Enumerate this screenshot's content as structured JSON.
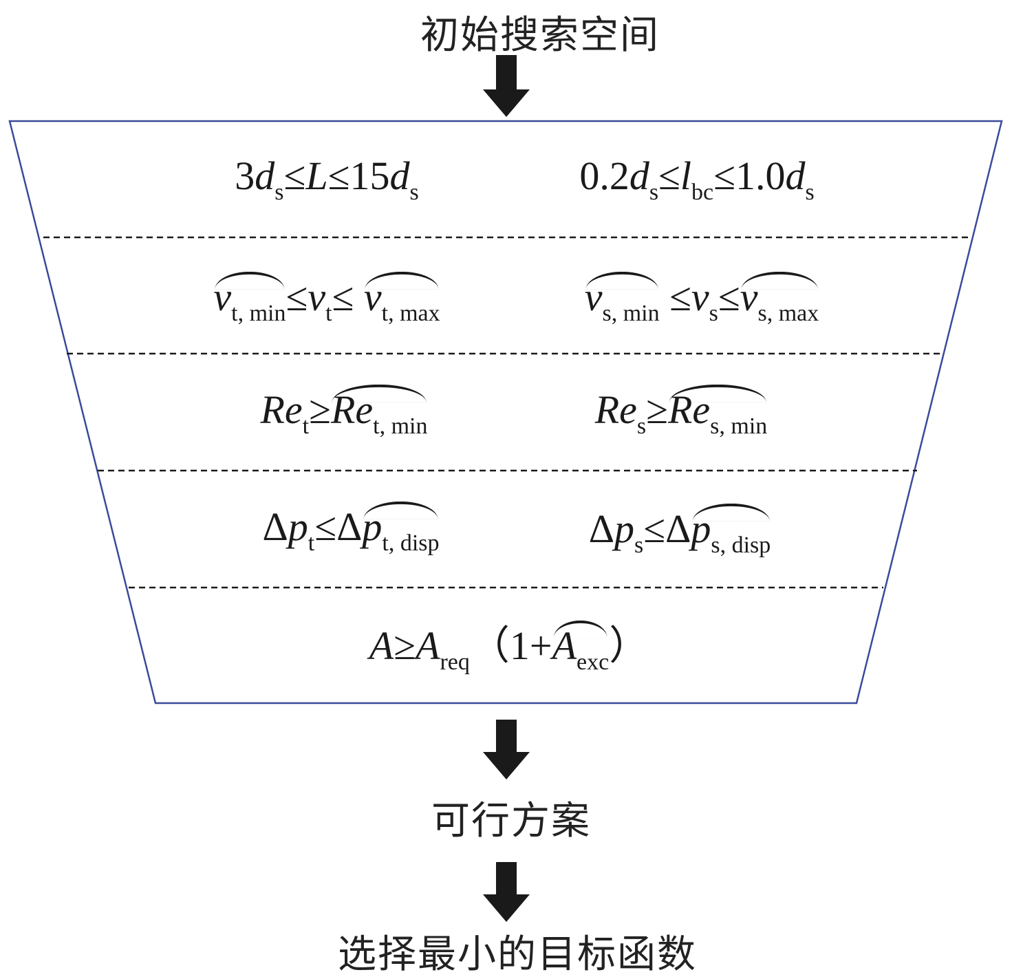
{
  "title": "初始搜索空间",
  "result_label": "可行方案",
  "final_label": "选择最小的目标函数",
  "colors": {
    "frame": "#3a4a9a",
    "arrow": "#1a1a1a",
    "dash": "#1a1a1a"
  },
  "rows": [
    {
      "left": [
        [
          "3",
          "n"
        ],
        [
          "d",
          "i"
        ],
        [
          "s",
          "s"
        ],
        [
          "≤",
          "n"
        ],
        [
          "L",
          "i"
        ],
        [
          "≤15",
          "n"
        ],
        [
          "d",
          "i"
        ],
        [
          "s",
          "s"
        ]
      ],
      "right": [
        [
          "0.2",
          "n"
        ],
        [
          "d",
          "i"
        ],
        [
          "s",
          "s"
        ],
        [
          "≤",
          "n"
        ],
        [
          "l",
          "i"
        ],
        [
          "bc",
          "s"
        ],
        [
          "≤1.0",
          "n"
        ],
        [
          "d",
          "i"
        ],
        [
          "s",
          "s"
        ]
      ]
    },
    {
      "left": [
        {
          "arc": [
            [
              "v",
              "i"
            ],
            [
              "t, min",
              "s"
            ]
          ]
        },
        [
          "≤",
          "n"
        ],
        [
          "v",
          "i"
        ],
        [
          "t",
          "s"
        ],
        [
          "≤ ",
          "n"
        ],
        {
          "arc": [
            [
              "v",
              "i"
            ],
            [
              "t, max",
              "s"
            ]
          ]
        }
      ],
      "right": [
        {
          "arc": [
            [
              "v",
              "i"
            ],
            [
              "s, min",
              "s"
            ]
          ]
        },
        [
          " ≤",
          "n"
        ],
        [
          "v",
          "i"
        ],
        [
          "s",
          "s"
        ],
        [
          "≤",
          "n"
        ],
        {
          "arc": [
            [
              "v",
              "i"
            ],
            [
              "s, max",
              "s"
            ]
          ]
        }
      ]
    },
    {
      "left": [
        [
          "Re",
          "i"
        ],
        [
          "t",
          "s"
        ],
        [
          "≥",
          "n"
        ],
        {
          "arc": [
            [
              "Re",
              "i"
            ],
            [
              "t, min",
              "s"
            ]
          ]
        }
      ],
      "right": [
        [
          "Re",
          "i"
        ],
        [
          "s",
          "s"
        ],
        [
          "≥",
          "n"
        ],
        {
          "arc": [
            [
              "Re",
              "i"
            ],
            [
              "s, min",
              "s"
            ]
          ]
        }
      ]
    },
    {
      "left": [
        [
          "Δ",
          "n"
        ],
        [
          "p",
          "i"
        ],
        [
          "t",
          "s"
        ],
        [
          "≤Δ",
          "n"
        ],
        {
          "arc": [
            [
              "p",
              "i"
            ],
            [
              "t, disp",
              "s"
            ]
          ]
        }
      ],
      "right": [
        [
          "Δ",
          "n"
        ],
        [
          "p",
          "i"
        ],
        [
          "s",
          "s"
        ],
        [
          "≤Δ",
          "n"
        ],
        {
          "arc": [
            [
              "p",
              "i"
            ],
            [
              "s, disp",
              "s"
            ]
          ]
        }
      ]
    },
    {
      "center": [
        [
          "A",
          "i"
        ],
        [
          "≥",
          "n"
        ],
        [
          "A",
          "i"
        ],
        [
          "req",
          "s"
        ],
        [
          "（1+",
          "n"
        ],
        {
          "arc": [
            [
              "A",
              "i"
            ],
            [
              "exc",
              "s"
            ]
          ]
        },
        [
          "）",
          "n"
        ]
      ]
    }
  ]
}
